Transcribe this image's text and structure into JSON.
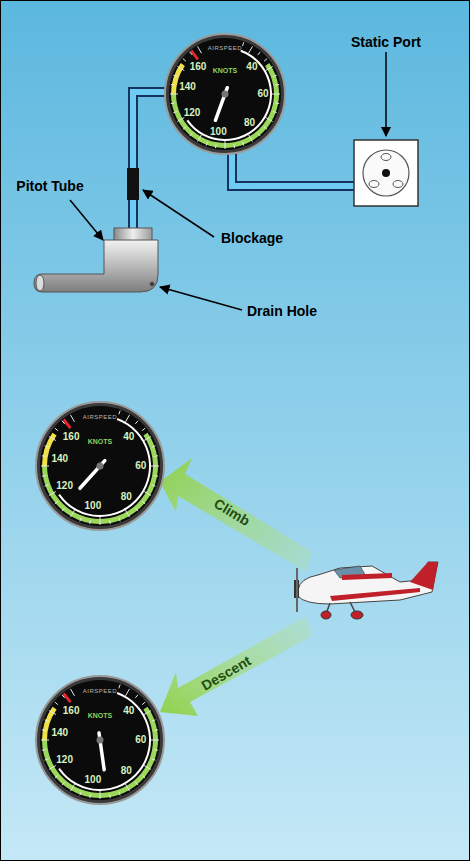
{
  "diagram": {
    "labels": [
      "Static Port",
      "Pitot Tube",
      "Blockage",
      "Drain Hole",
      "160",
      "140",
      "120",
      "100",
      "80",
      "60",
      "40",
      "KNOTS",
      "AIRSPEED",
      "Climb",
      "160",
      "140",
      "120",
      "100",
      "80",
      "60",
      "40",
      "KNOTS",
      "AIRSPEED",
      "Descent",
      "160",
      "140",
      "120",
      "100",
      "80",
      "60",
      "40",
      "KNOTS",
      "AIRSPEED"
    ]
  }
}
